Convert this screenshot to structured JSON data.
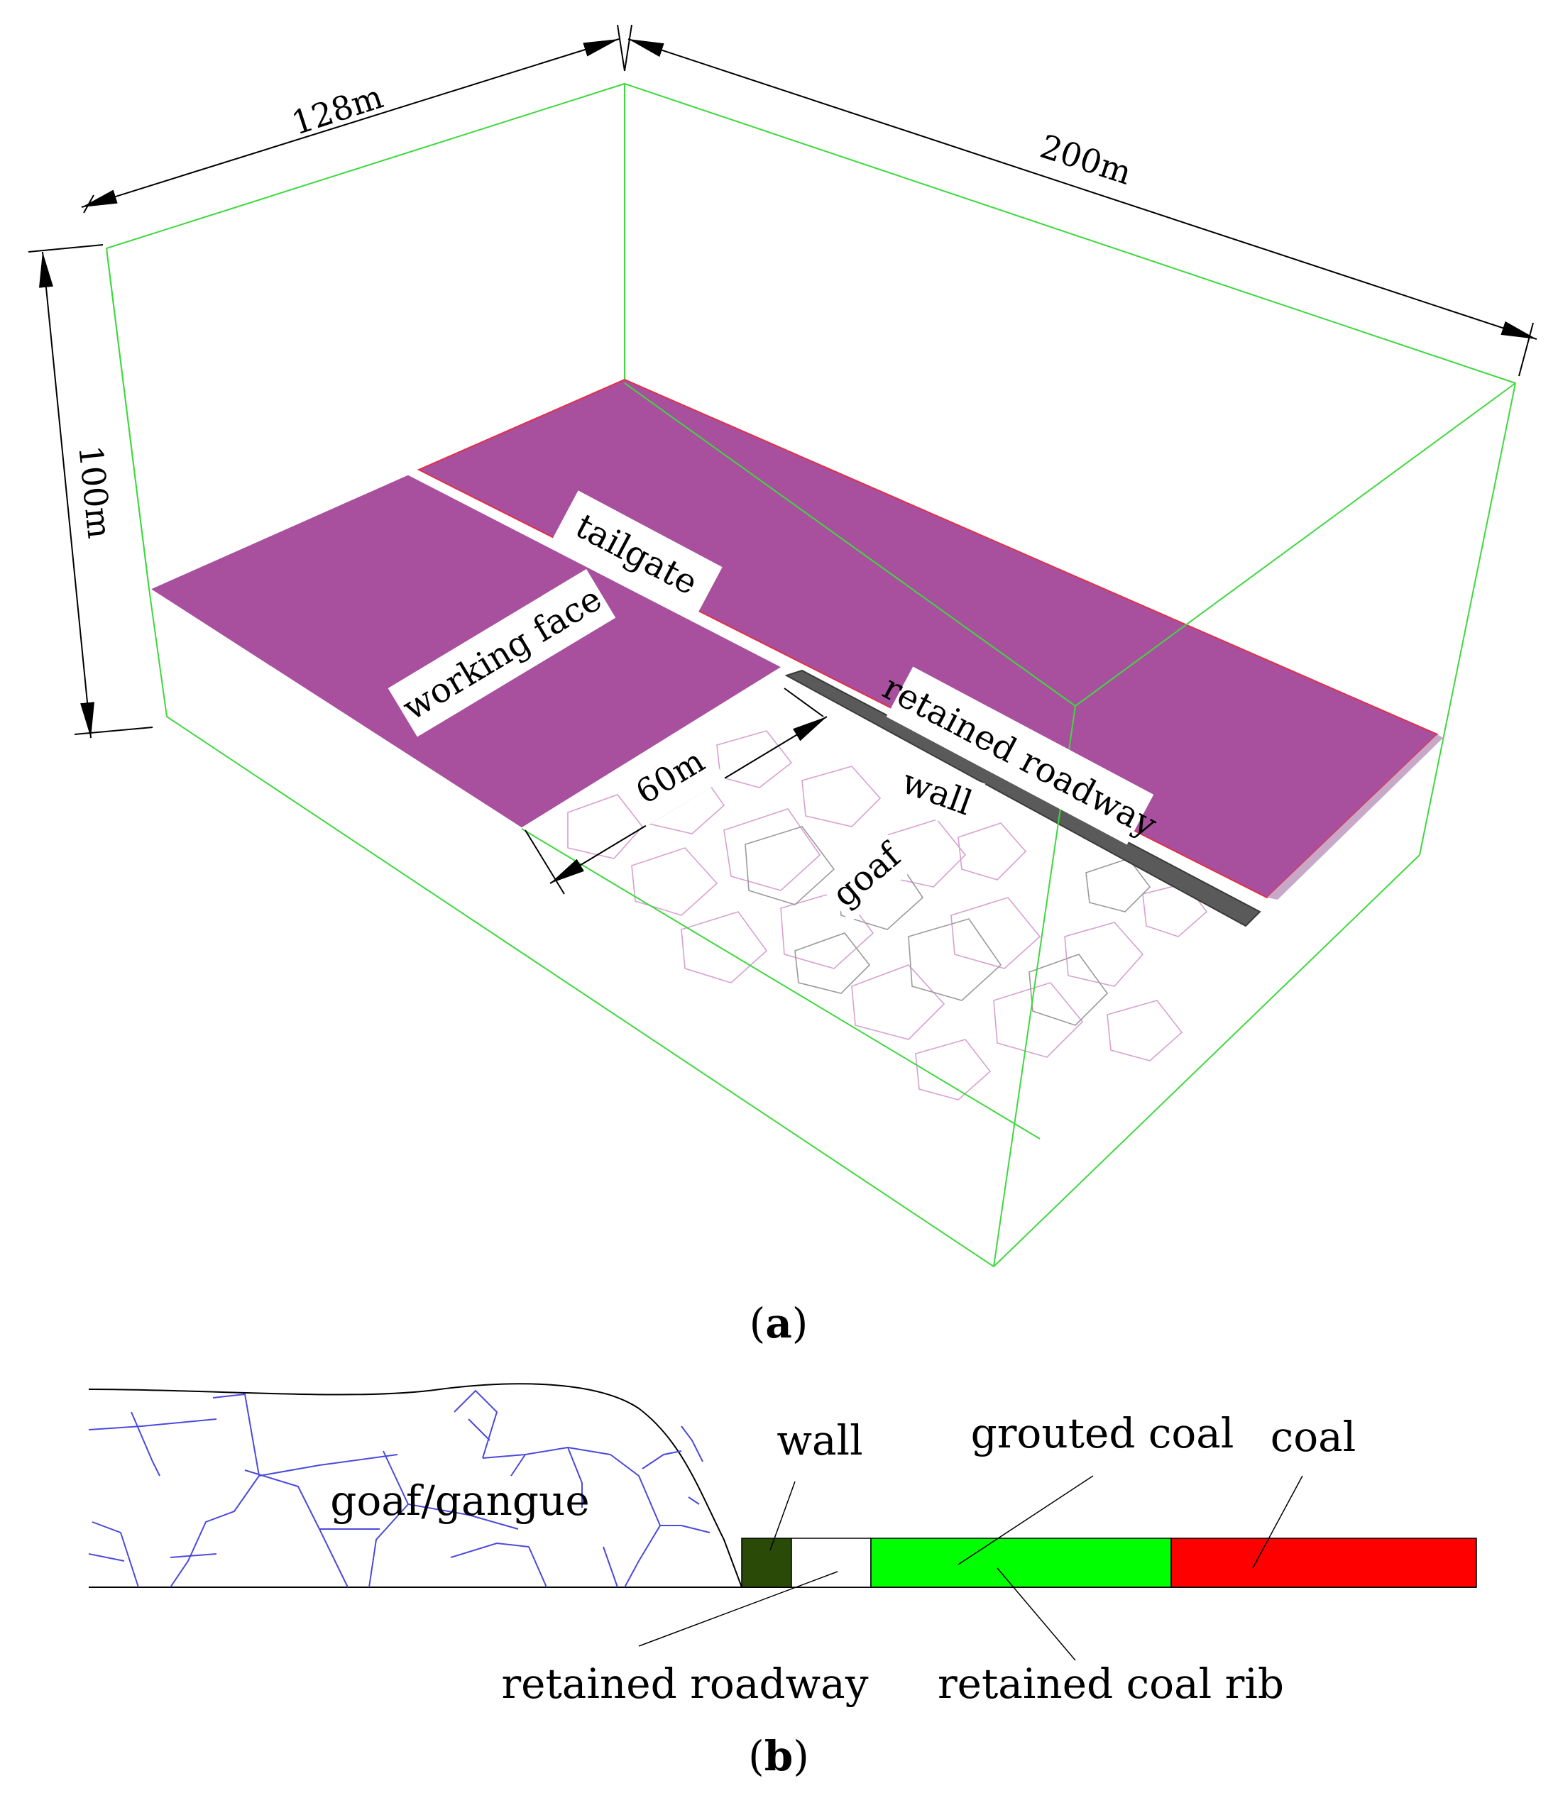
{
  "panel_a": {
    "dimensions": {
      "width_128": "128m",
      "length_200": "200m",
      "height_100": "100m",
      "goaf_60": "60m"
    },
    "labels": {
      "tailgate": "tailgate",
      "working_face": "working face",
      "retained_roadway": "retained roadway",
      "wall": "wall",
      "goaf": "goaf"
    },
    "caption_letter": "a",
    "colors": {
      "coal_seam": "#a8509e",
      "box_edges": "#3fd83f",
      "wall": "#5a5a5a",
      "goaf_lines": "#d8a0d0",
      "goaf_lines_alt": "#9a9a9a",
      "roadway_edge": "#e0304a"
    }
  },
  "panel_b": {
    "labels": {
      "goaf_gangue": "goaf/gangue",
      "wall": "wall",
      "grouted_coal": "grouted coal",
      "coal": "coal",
      "retained_roadway": "retained roadway",
      "retained_coal_rib": "retained coal rib"
    },
    "caption_letter": "b",
    "colors": {
      "wall": "#2a4a08",
      "roadway": "#ffffff",
      "grouted_coal": "#00ff00",
      "coal": "#ff0000",
      "gangue_lines": "#4a4adc"
    }
  }
}
